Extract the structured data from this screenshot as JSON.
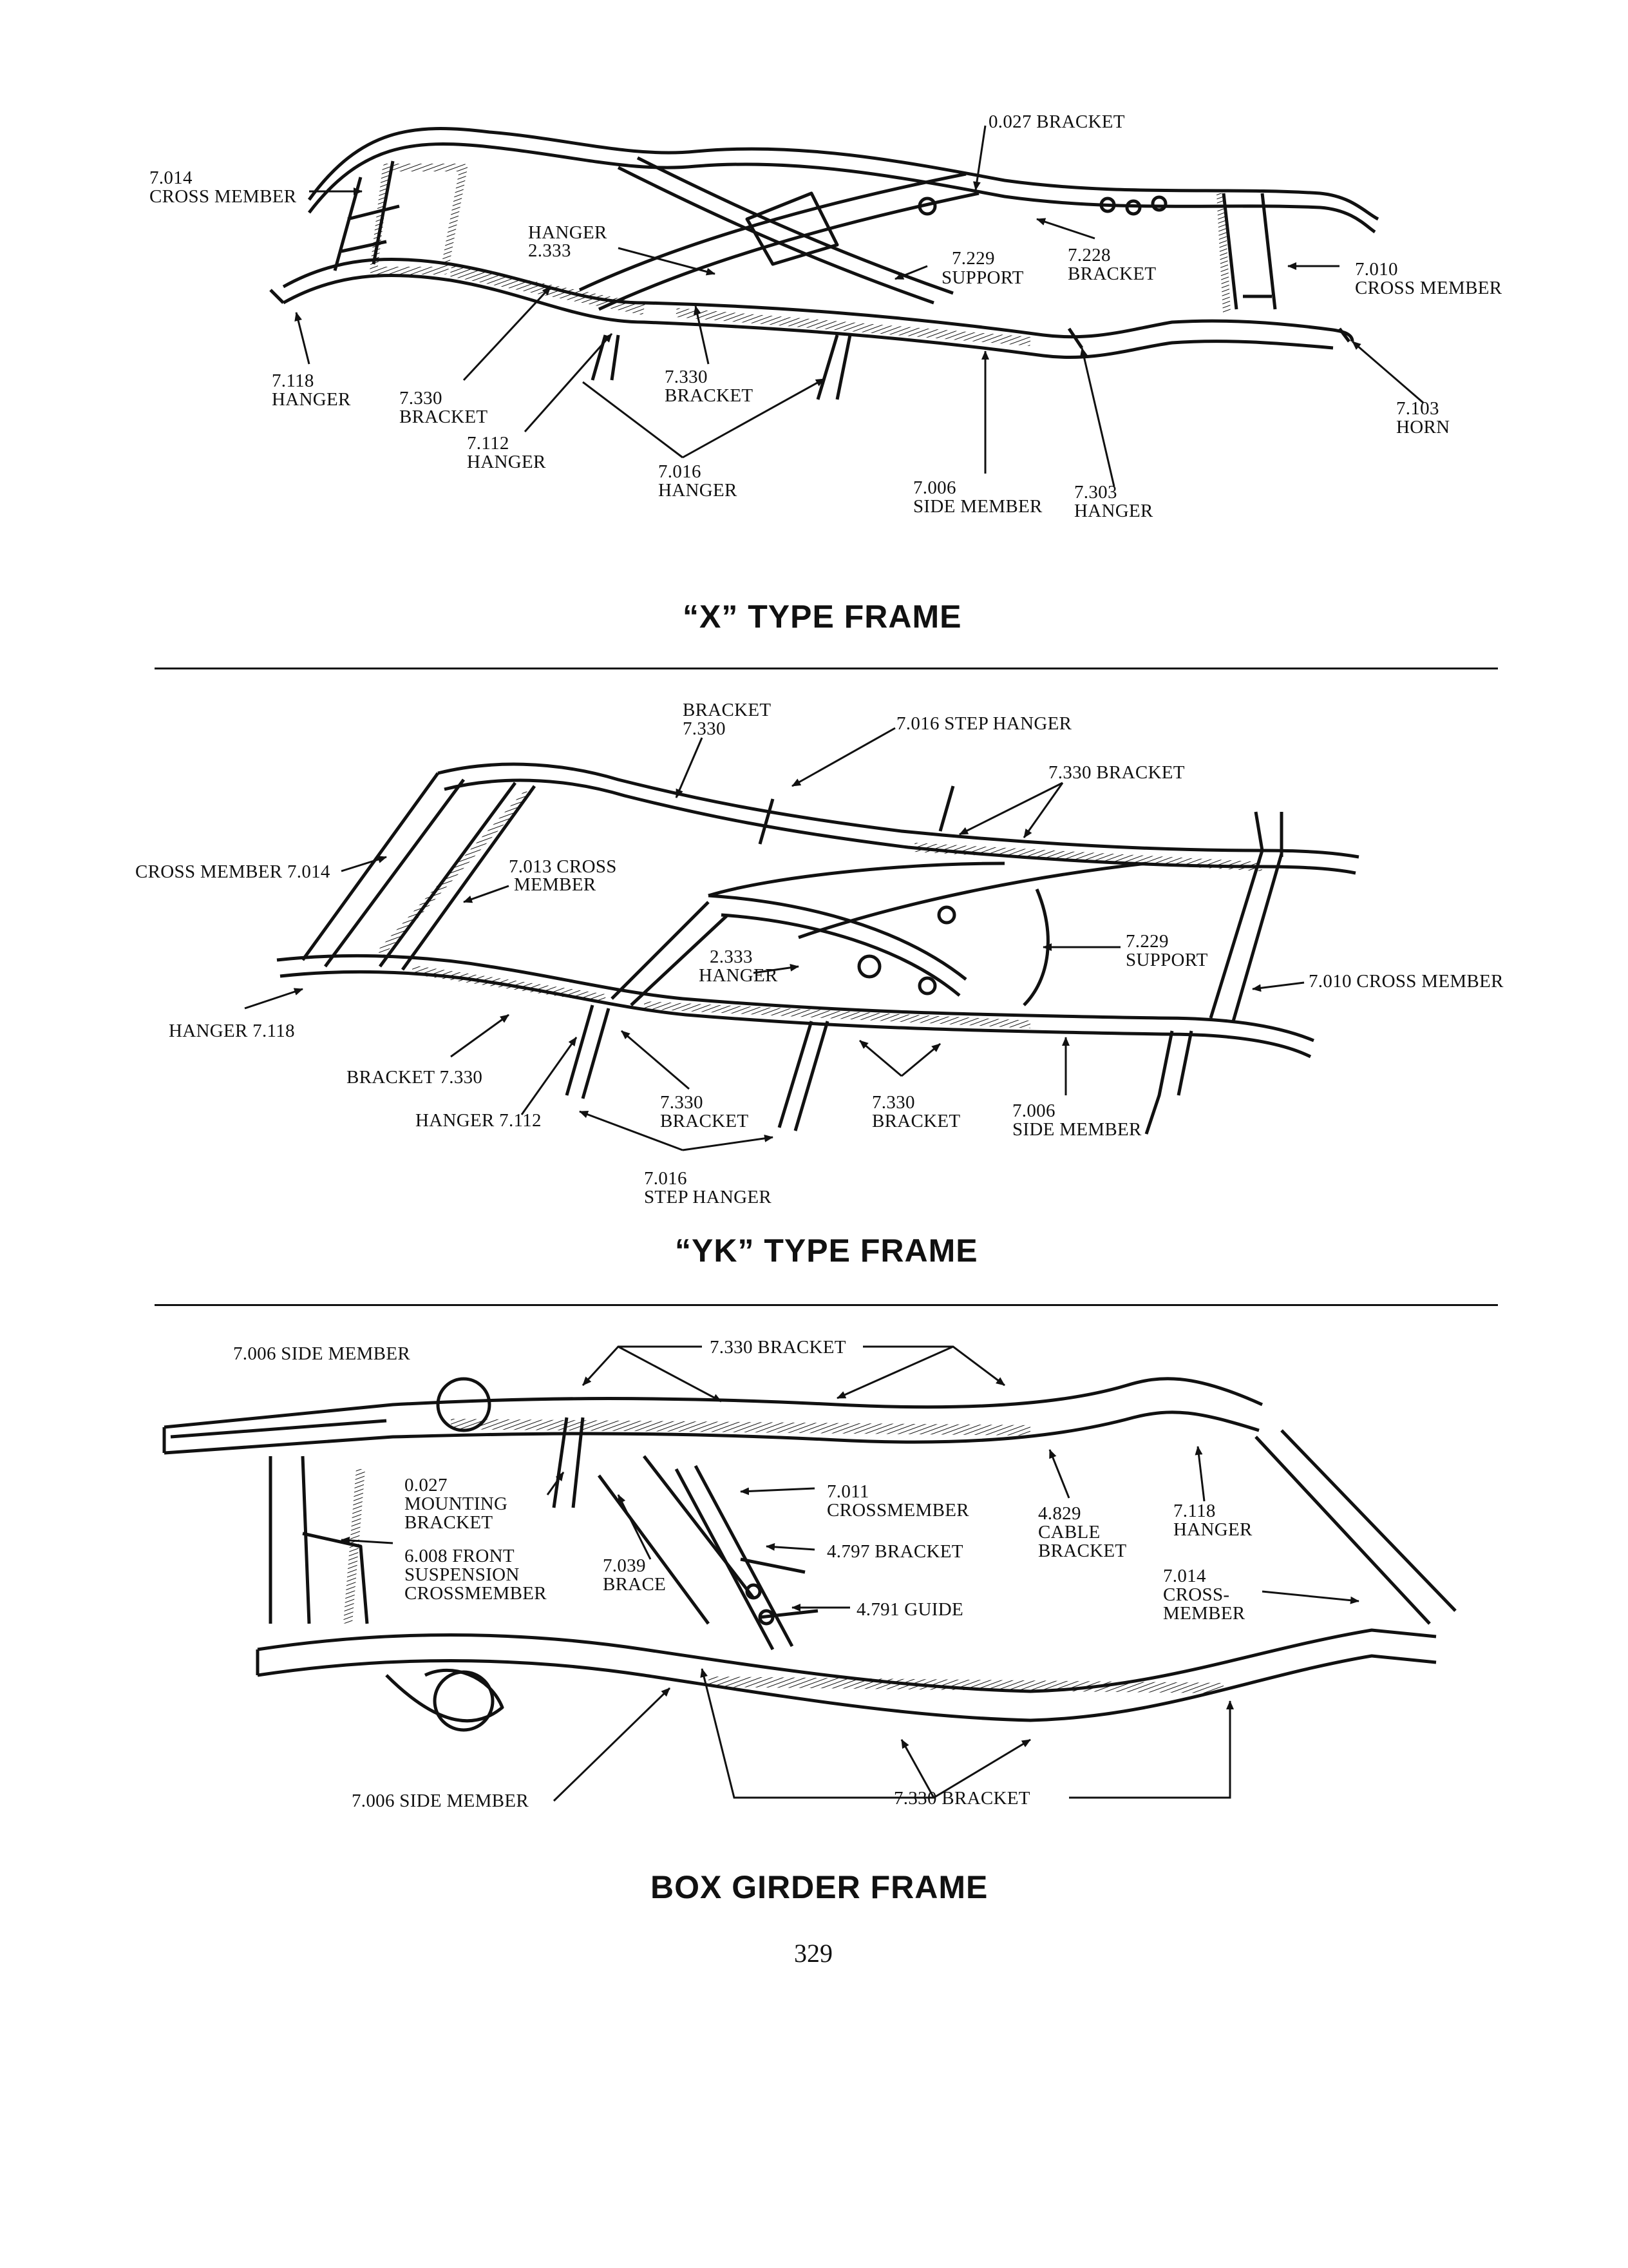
{
  "x_frame": {
    "title": "“X” TYPE FRAME",
    "labels": {
      "bracket_0027": "0.027 BRACKET",
      "cross_7014_a": "7.014",
      "cross_7014_b": "CROSS MEMBER",
      "hanger_2333_a": "HANGER",
      "hanger_2333_b": "2.333",
      "support_7229_a": "7.229",
      "support_7229_b": "SUPPORT",
      "bracket_7228_a": "7.228",
      "bracket_7228_b": "BRACKET",
      "cross_7010_a": "7.010",
      "cross_7010_b": "CROSS MEMBER",
      "hanger_7118_a": "7.118",
      "hanger_7118_b": "HANGER",
      "bracket_7330a_a": "7.330",
      "bracket_7330a_b": "BRACKET",
      "bracket_7330b_a": "7.330",
      "bracket_7330b_b": "BRACKET",
      "hanger_7112_a": "7.112",
      "hanger_7112_b": "HANGER",
      "hanger_7016_a": "7.016",
      "hanger_7016_b": "HANGER",
      "side_7006_a": "7.006",
      "side_7006_b": "SIDE MEMBER",
      "hanger_7303_a": "7.303",
      "hanger_7303_b": "HANGER",
      "horn_7103_a": "7.103",
      "horn_7103_b": "HORN"
    }
  },
  "yk_frame": {
    "title": "“YK” TYPE FRAME",
    "labels": {
      "bracket_top_a": "BRACKET",
      "bracket_top_b": "7.330",
      "step_hanger_top": "7.016 STEP HANGER",
      "bracket_7330_right": "7.330 BRACKET",
      "cross_7014": "CROSS MEMBER 7.014",
      "cross_7013_a": "7.013 CROSS",
      "cross_7013_b": "MEMBER",
      "support_7229_a": "7.229",
      "support_7229_b": "SUPPORT",
      "hanger_2333_a": "2.333",
      "hanger_2333_b": "HANGER",
      "cross_7010": "7.010 CROSS MEMBER",
      "hanger_7118": "HANGER 7.118",
      "bracket_7330_left": "BRACKET 7.330",
      "hanger_7112": "HANGER 7.112",
      "bracket_7330_mid_a": "7.330",
      "bracket_7330_mid_b": "BRACKET",
      "bracket_7330_r2_a": "7.330",
      "bracket_7330_r2_b": "BRACKET",
      "side_7006_a": "7.006",
      "side_7006_b": "SIDE MEMBER",
      "step_7016_a": "7.016",
      "step_7016_b": "STEP HANGER"
    }
  },
  "box_frame": {
    "title": "BOX GIRDER FRAME",
    "labels": {
      "side_7006_top": "7.006 SIDE MEMBER",
      "bracket_7330_top": "7.330 BRACKET",
      "mount_0027_a": "0.027",
      "mount_0027_b": "MOUNTING",
      "mount_0027_c": "BRACKET",
      "front_6008_a": "6.008 FRONT",
      "front_6008_b": "SUSPENSION",
      "front_6008_c": "CROSSMEMBER",
      "brace_7039_a": "7.039",
      "brace_7039_b": "BRACE",
      "cross_7011_a": "7.011",
      "cross_7011_b": "CROSSMEMBER",
      "bracket_4797": "4.797 BRACKET",
      "guide_4791": "4.791 GUIDE",
      "cable_4829_a": "4.829",
      "cable_4829_b": "CABLE",
      "cable_4829_c": "BRACKET",
      "hanger_7118_a": "7.118",
      "hanger_7118_b": "HANGER",
      "cross_7014_a": "7.014",
      "cross_7014_b": "CROSS-",
      "cross_7014_c": "MEMBER",
      "side_7006_bottom": "7.006 SIDE MEMBER",
      "bracket_7330_bottom": "7.330 BRACKET"
    }
  },
  "page_number": "329"
}
